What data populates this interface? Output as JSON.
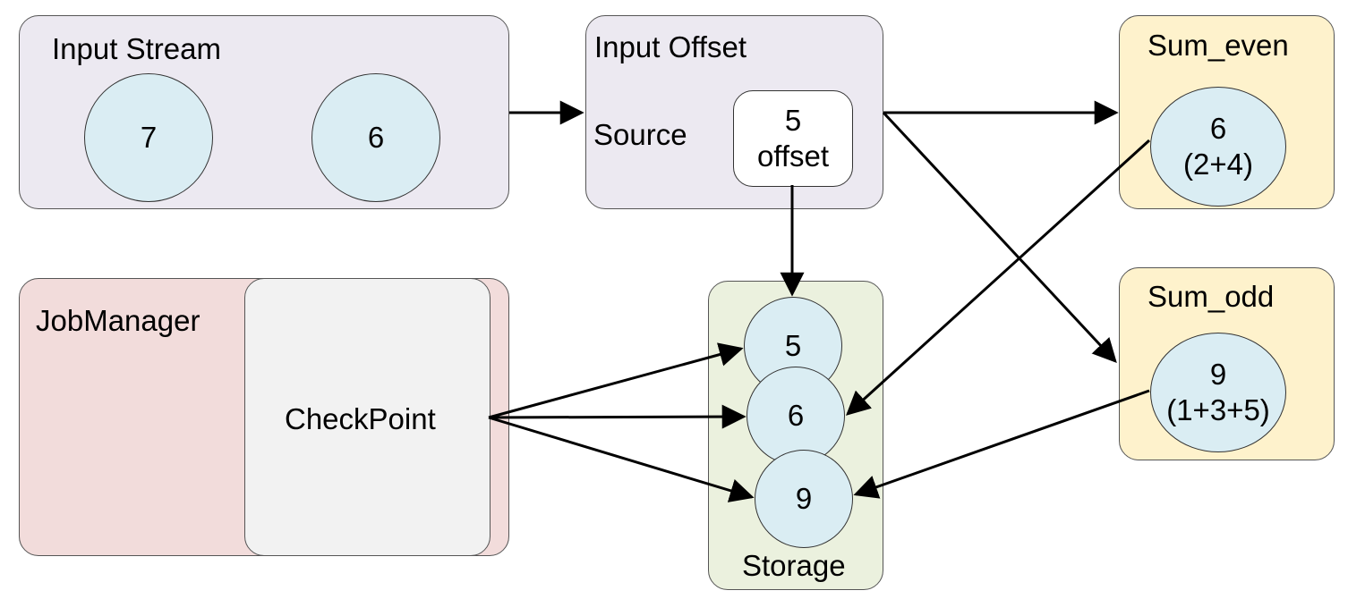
{
  "input_stream": {
    "title": "Input Stream",
    "values": [
      "7",
      "6"
    ]
  },
  "input_offset": {
    "title": "Input Offset",
    "source_label": "Source",
    "offset_value": "5",
    "offset_label": "offset"
  },
  "sum_even": {
    "title": "Sum_even",
    "value": "6",
    "expr": "(2+4)"
  },
  "sum_odd": {
    "title": "Sum_odd",
    "value": "9",
    "expr": "(1+3+5)"
  },
  "job_manager": {
    "title": "JobManager",
    "checkpoint_label": "CheckPoint"
  },
  "storage": {
    "title": "Storage",
    "values": [
      "5",
      "6",
      "9"
    ]
  },
  "colors": {
    "input_fill": "#ece9f1",
    "job_fill": "#f2dcdb",
    "checkpoint_fill": "#f2f2f2",
    "storage_fill": "#ebf1de",
    "sum_fill": "#fef2cc",
    "circle_fill": "#daedf3"
  }
}
